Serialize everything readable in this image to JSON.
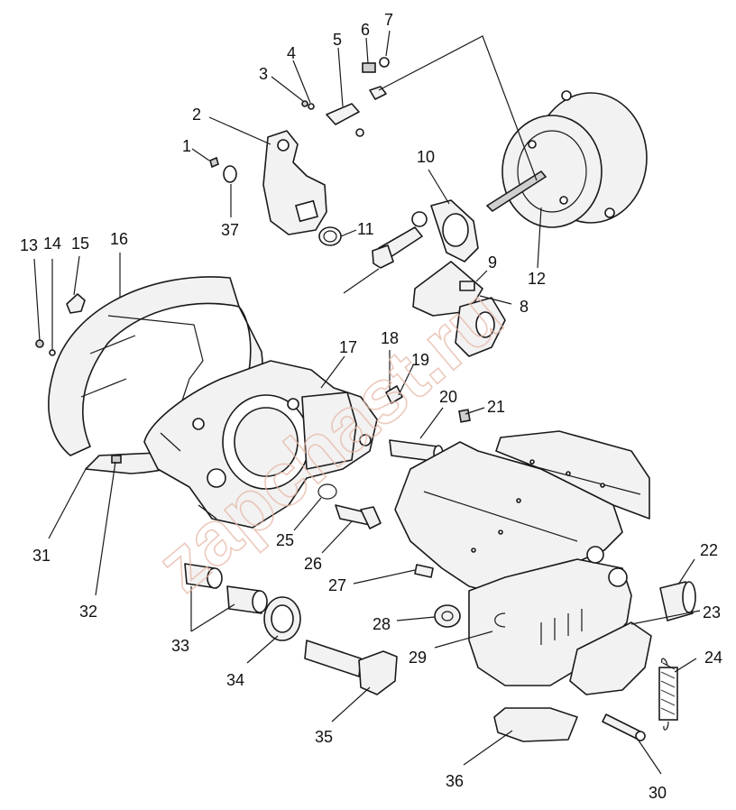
{
  "watermark": "zapchast.ru",
  "labels": {
    "p1": "1",
    "p2": "2",
    "p3": "3",
    "p4": "4",
    "p5": "5",
    "p6": "6",
    "p7": "7",
    "p8": "8",
    "p9": "9",
    "p10": "10",
    "p11": "11",
    "p12": "12",
    "p13": "13",
    "p14": "14",
    "p15": "15",
    "p16": "16",
    "p17": "17",
    "p18": "18",
    "p19": "19",
    "p20": "20",
    "p21": "21",
    "p22": "22",
    "p23": "23",
    "p24": "24",
    "p25": "25",
    "p26": "26",
    "p27": "27",
    "p28": "28",
    "p29": "29",
    "p30": "30",
    "p31": "31",
    "p32": "32",
    "p33": "33",
    "p34": "34",
    "p35": "35",
    "p36": "36",
    "p37": "37"
  }
}
